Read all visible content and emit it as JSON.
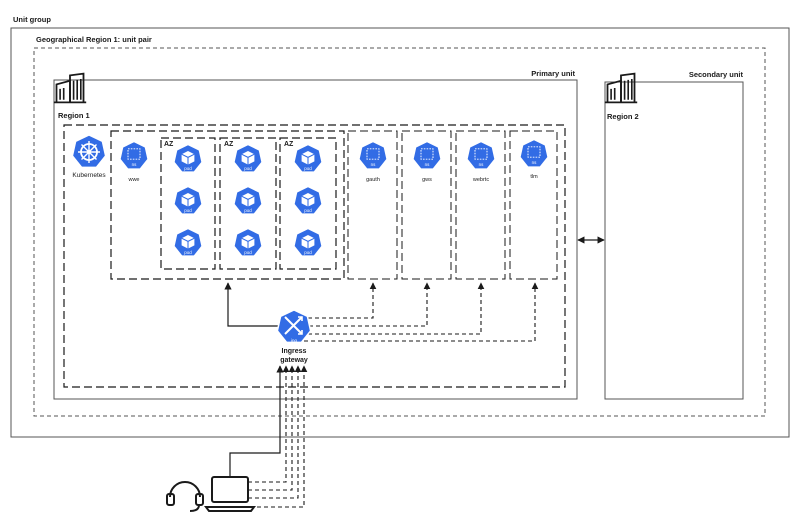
{
  "labels": {
    "unit_group": "Unit group",
    "geo_region": "Geographical Region 1: unit pair",
    "primary_unit": "Primary unit",
    "secondary_unit": "Secondary unit",
    "region1": "Region 1",
    "region2": "Region 2",
    "kubernetes": "Kubernetes",
    "az": "AZ",
    "ingress_line1": "Ingress",
    "ingress_line2": "gateway",
    "ns": "ns",
    "pod": "pod",
    "ing": "ing"
  },
  "namespaces": {
    "wwe": "wwe",
    "gauth": "gauth",
    "gws": "gws",
    "webrtc": "webrtc",
    "tlm": "tlm"
  },
  "colors": {
    "k8s_blue": "#326ce5",
    "line": "#1a1a1a",
    "box_border": "#555555"
  },
  "icons": [
    "building-icon",
    "kubernetes-icon",
    "namespace-icon",
    "pod-icon",
    "ingress-icon",
    "headset-icon",
    "laptop-icon"
  ]
}
